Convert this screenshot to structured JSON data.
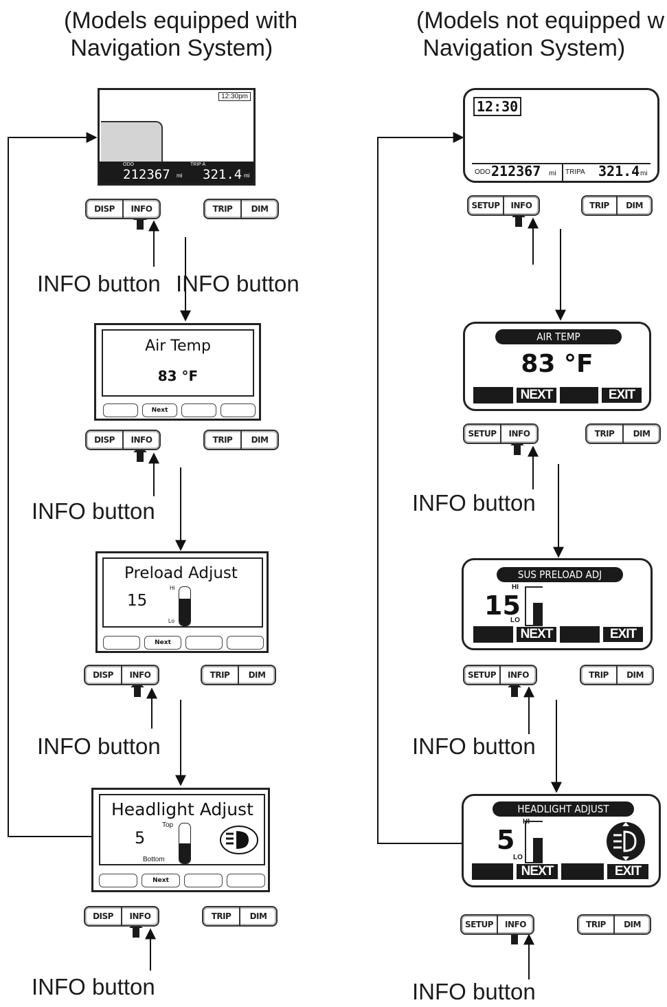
{
  "left": {
    "heading": "(Models equipped with\n Navigation System)",
    "nav_screen": {
      "clock": "12:30pm",
      "odo_label": "ODO",
      "odo_value": "212367",
      "odo_unit": "mi",
      "trip_label": "TRIP A",
      "trip_value": "321.4",
      "trip_unit": "mi"
    },
    "buttons": {
      "disp": "DISP",
      "info": "INFO",
      "trip": "TRIP",
      "dim": "DIM"
    },
    "air_temp": {
      "title": "Air Temp",
      "value": "83 °F",
      "softkey": "Next"
    },
    "preload": {
      "title": "Preload Adjust",
      "value": "15",
      "hi": "Hi",
      "lo": "Lo",
      "softkey": "Next"
    },
    "headlight": {
      "title": "Headlight Adjust",
      "value": "5",
      "top": "Top",
      "bottom": "Bottom",
      "softkey": "Next"
    },
    "labels": [
      "INFO button",
      "INFO button",
      "INFO button",
      "INFO button",
      "INFO button"
    ]
  },
  "right": {
    "heading": "(Models not equipped w\n Navigation System)",
    "clock_screen": {
      "clock": "12:30",
      "odo_label": "ODO",
      "odo_value": "212367",
      "odo_unit": "mi",
      "trip_label": "TRIPA",
      "trip_value": "321.4",
      "trip_unit": "mi"
    },
    "buttons": {
      "setup": "SETUP",
      "info": "INFO",
      "trip": "TRIP",
      "dim": "DIM"
    },
    "air_temp": {
      "banner": "AIR TEMP",
      "value": "83 °F",
      "next": "NEXT",
      "exit": "EXIT"
    },
    "preload": {
      "banner": "SUS PRELOAD ADJ",
      "value": "15",
      "hi": "HI",
      "lo": "LO",
      "next": "NEXT",
      "exit": "EXIT"
    },
    "headlight": {
      "banner": "HEADLIGHT ADJUST",
      "value": "5",
      "hi": "HI",
      "lo": "LO",
      "next": "NEXT",
      "exit": "EXIT"
    },
    "labels": [
      "INFO button",
      "INFO button",
      "INFO button"
    ]
  }
}
